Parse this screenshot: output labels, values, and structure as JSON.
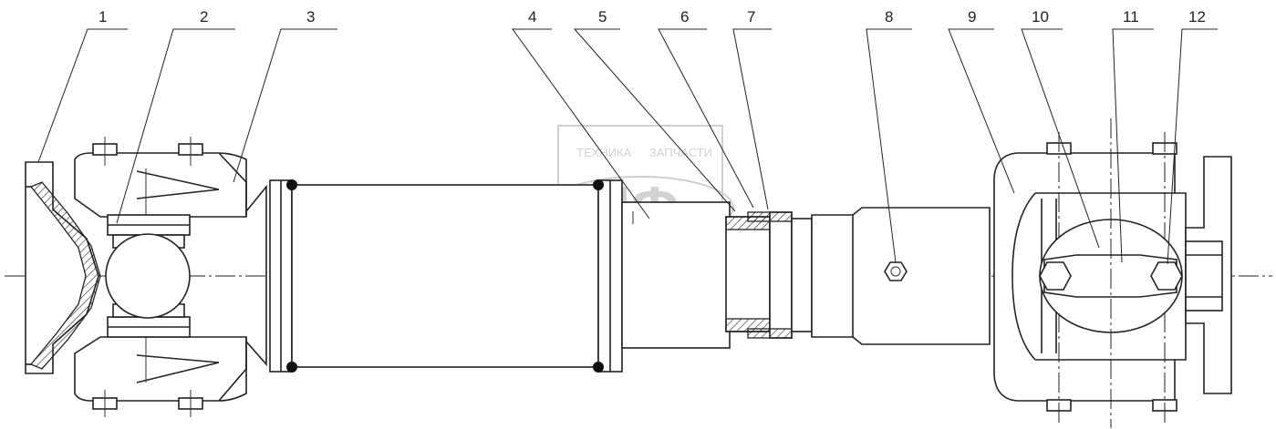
{
  "callouts": [
    "1",
    "2",
    "3",
    "4",
    "5",
    "6",
    "7",
    "8",
    "9",
    "10",
    "11",
    "12"
  ],
  "watermark": {
    "top_text": "ТЕХНИКА",
    "top_text_right": "ЗАПЧАСТИ",
    "logo_text": "ЭЛФ"
  },
  "colors": {
    "line": "#222222",
    "watermark": "#d2d2d2",
    "background": "#ffffff"
  }
}
